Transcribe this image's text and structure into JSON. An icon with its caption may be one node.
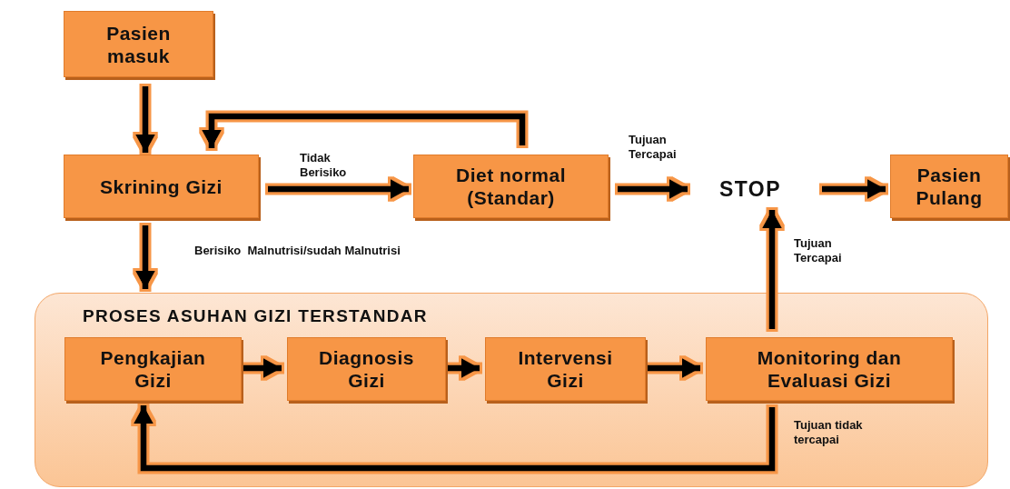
{
  "diagram": {
    "nodes": [
      {
        "text": [
          "Pasien masuk"
        ]
      },
      {
        "text": [
          "Skrining Gizi"
        ]
      },
      {
        "text": [
          "Diet normal (Standar)"
        ]
      },
      {
        "text": [
          "STOP"
        ]
      },
      {
        "text": [
          "Pasien Pulang"
        ]
      },
      {
        "text": [
          "PROSES ASUHAN GIZI TERSTANDAR"
        ]
      },
      {
        "text": [
          "Pengkajian Gizi"
        ],
        "in": 5
      },
      {
        "text": [
          "Diagnosis Gizi"
        ],
        "in": 5
      },
      {
        "text": [
          "Intervensi Gizi"
        ],
        "in": 5
      },
      {
        "text": [
          "Monitoring dan Evaluasi Gizi"
        ],
        "in": 5
      }
    ],
    "edges": [
      {
        "from": 0,
        "to": 1,
        "arrow": "to"
      },
      {
        "from": 1,
        "to": 2,
        "arrow": "to",
        "label": "Tidak Berisiko"
      },
      {
        "from": 2,
        "to": 1,
        "arrow": "to"
      },
      {
        "from": 2,
        "to": 3,
        "arrow": "to",
        "label": "Tujuan Tercapai"
      },
      {
        "from": 3,
        "to": 4,
        "arrow": "to"
      },
      {
        "from": 1,
        "to": 5,
        "arrow": "to",
        "label": "Berisiko  Malnutrisi/sudah Malnutrisi"
      },
      {
        "from": 6,
        "to": 7,
        "arrow": "to"
      },
      {
        "from": 7,
        "to": 8,
        "arrow": "to"
      },
      {
        "from": 8,
        "to": 9,
        "arrow": "to"
      },
      {
        "from": 9,
        "to": 3,
        "arrow": "to",
        "label": "Tujuan Tercapai"
      },
      {
        "from": 9,
        "to": 6,
        "arrow": "to",
        "label": "Tujuan tidak tercapai"
      }
    ]
  }
}
